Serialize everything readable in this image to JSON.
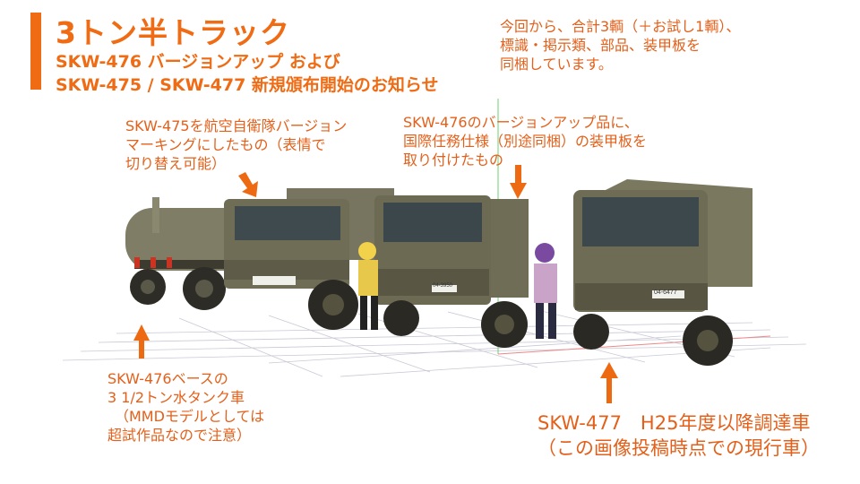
{
  "header": {
    "title": "3トン半トラック",
    "subtitle_1": "SKW-476 バージョンアップ および",
    "subtitle_2": "SKW-475 / SKW-477 新規頒布開始のお知らせ"
  },
  "notes": {
    "top_right": [
      "今回から、合計3輌（＋お試し1輌）、",
      "標識・掲示類、部品、装甲板を",
      "同梱しています。"
    ],
    "skw475": [
      "SKW-475を航空自衛隊バージョン",
      "マーキングにしたもの（表情で",
      "切り替え可能）"
    ],
    "skw476": [
      "SKW-476のバージョンアップ品に、",
      "国際任務仕様（別途同梱）の装甲板を",
      "取り付けたもの"
    ],
    "tanker": [
      "SKW-476ベースの",
      "3 1/2トン水タンク車",
      "（MMDモデルとしては",
      "超試作品なので注意）"
    ],
    "skw477": [
      "SKW-477　H25年度以降調達車",
      "（この画像投稿時点での現行車）"
    ]
  },
  "plates": {
    "truck_left": "",
    "truck_mid": "04-3950",
    "truck_right": "04-6477"
  },
  "colors": {
    "accent": "#ef6b14",
    "olive": "#6f6d55",
    "olive_dark": "#4d4b3a",
    "canvas": "#9a9878"
  }
}
